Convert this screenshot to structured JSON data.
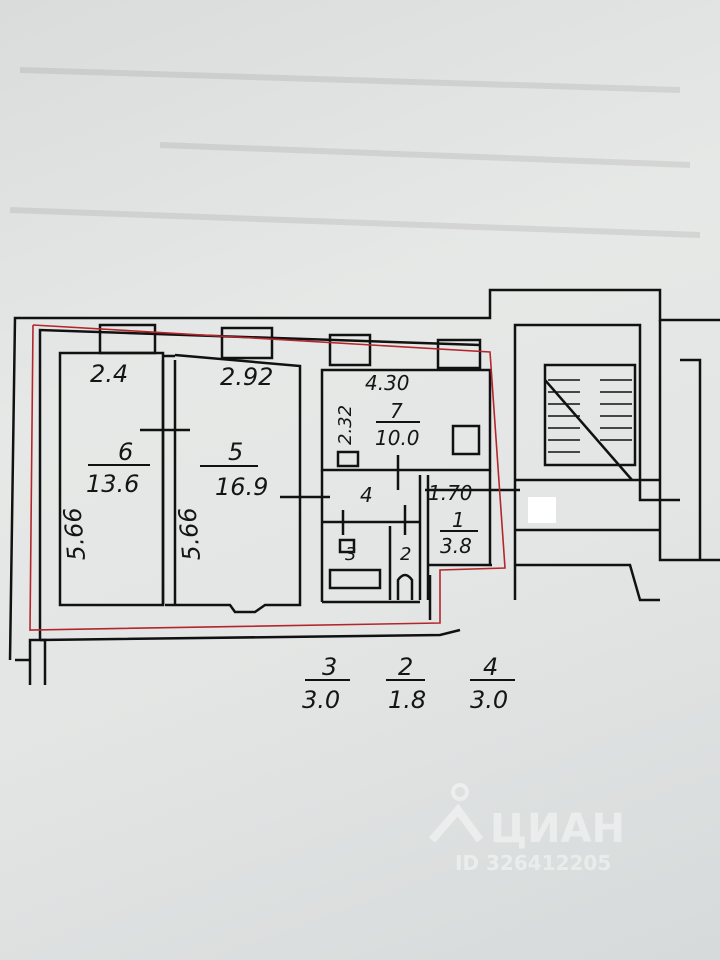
{
  "plan": {
    "rooms": [
      {
        "number": "6",
        "area": "13.6",
        "width": "2.4",
        "length": "5.66"
      },
      {
        "number": "5",
        "area": "16.9",
        "width": "2.92",
        "length": "5.66"
      },
      {
        "number": "7",
        "area": "10.0",
        "width": "4.30",
        "length": "2.32"
      },
      {
        "number": "4"
      },
      {
        "number": "1",
        "area": "3.8",
        "width": "1.70"
      },
      {
        "number": "3"
      },
      {
        "number": "2"
      }
    ],
    "legend": [
      {
        "number": "3",
        "area": "3.0"
      },
      {
        "number": "2",
        "area": "1.8"
      },
      {
        "number": "4",
        "area": "3.0"
      }
    ]
  },
  "watermark": {
    "brand": "ЦИАН",
    "id": "ID 326412205"
  }
}
